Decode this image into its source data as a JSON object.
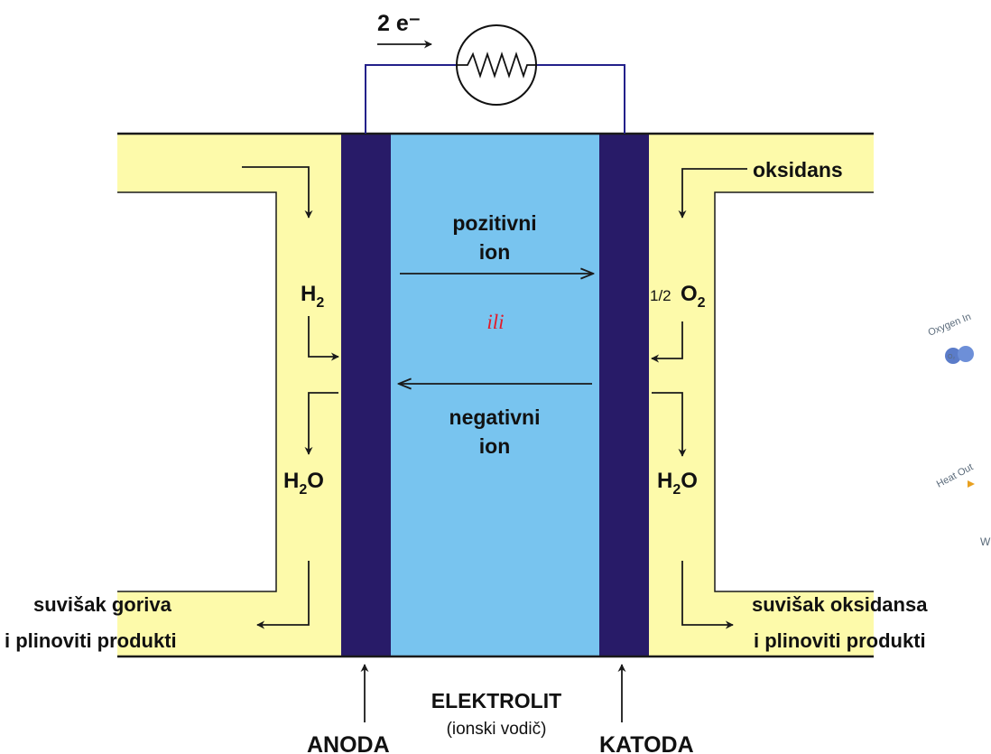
{
  "colors": {
    "channel": "#fdfaaa",
    "electrode": "#281b68",
    "electrolyte": "#78c4ef",
    "wire": "#23208a",
    "line": "#1a1a1a",
    "ili": "#e21b2a"
  },
  "circuit": {
    "electron_label": "2 e⁻"
  },
  "electrolyte": {
    "positive_line1": "pozitivni",
    "positive_line2": "ion",
    "or_text": "ili",
    "negative_line1": "negativni",
    "negative_line2": "ion"
  },
  "anode_side": {
    "h2_main": "H",
    "h2_sub": "2",
    "h2o_main_a": "H",
    "h2o_sub": "2",
    "h2o_main_b": "O",
    "excess_line1": "suvišak goriva",
    "excess_line2": "i plinoviti produkti"
  },
  "cathode_side": {
    "oxidant": "oksidans",
    "o2_fraction": "1/2",
    "o2_main": "O",
    "o2_sub": "2",
    "h2o_main_a": "H",
    "h2o_sub": "2",
    "h2o_main_b": "O",
    "excess_line1": "suvišak oksidansa",
    "excess_line2": "i plinoviti produkti"
  },
  "bottom": {
    "anode": "ANODA",
    "electrolyte_title": "ELEKTROLIT",
    "electrolyte_sub": "(ionski vodič)",
    "cathode": "KATODA"
  },
  "background_fragment": {
    "oxygen_label": "Oxygen In",
    "o2_badge": "O₂",
    "heat_label": "Heat Out",
    "water_label": "W"
  }
}
